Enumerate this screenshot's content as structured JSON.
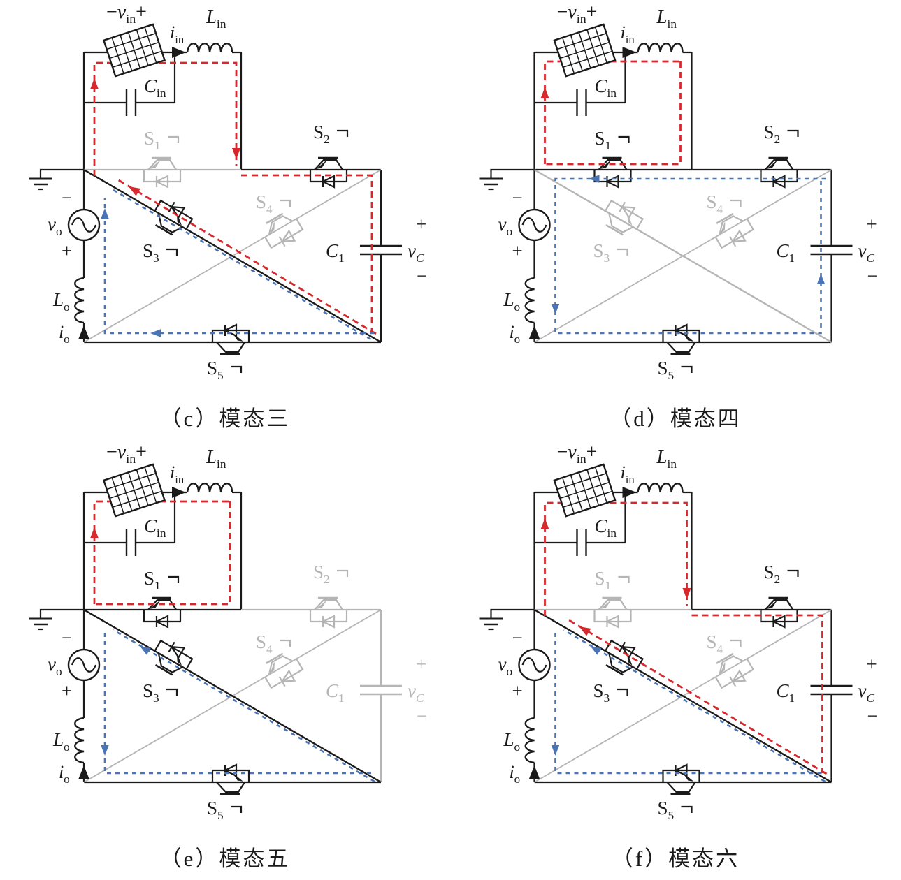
{
  "figure": {
    "colors": {
      "active": "#1a1a1a",
      "inactive": "#b5b5b5",
      "red": "#d7282e",
      "blue": "#4a74b4"
    },
    "shared_labels": {
      "vin": {
        "prefix": "−",
        "main": "v",
        "sub": "in",
        "suffix": "+"
      },
      "iin": {
        "main": "i",
        "sub": "in"
      },
      "lin": {
        "main": "L",
        "sub": "in"
      },
      "cin": {
        "main": "C",
        "sub": "in"
      },
      "s1": {
        "main": "S",
        "sub": "1"
      },
      "s2": {
        "main": "S",
        "sub": "2"
      },
      "s3": {
        "main": "S",
        "sub": "3"
      },
      "s4": {
        "main": "S",
        "sub": "4"
      },
      "s5": {
        "main": "S",
        "sub": "5"
      },
      "c1": {
        "main": "C",
        "sub": "1"
      },
      "vc": {
        "main": "v",
        "sub": "C"
      },
      "vc_plus": "+",
      "vc_minus": "−",
      "vo": {
        "main": "v",
        "sub": "o"
      },
      "vo_plus": "+",
      "vo_minus": "−",
      "lo": {
        "main": "L",
        "sub": "o"
      },
      "io": {
        "main": "i",
        "sub": "o"
      }
    },
    "panels": [
      {
        "id": "c",
        "caption": "（c）模态三",
        "active": {
          "s1": false,
          "s2": true,
          "s3": true,
          "s4": false,
          "s5": true
        },
        "c1_active": true,
        "red_route": "transfer",
        "blue_route": "out_ccw"
      },
      {
        "id": "d",
        "caption": "（d）模态四",
        "active": {
          "s1": true,
          "s2": true,
          "s3": false,
          "s4": false,
          "s5": true
        },
        "c1_active": true,
        "red_route": "boost",
        "blue_route": "out_c1"
      },
      {
        "id": "e",
        "caption": "（e）模态五",
        "active": {
          "s1": true,
          "s2": false,
          "s3": true,
          "s4": false,
          "s5": true
        },
        "c1_active": false,
        "red_route": "boost",
        "blue_route": "out_cw"
      },
      {
        "id": "f",
        "caption": "（f）模态六",
        "active": {
          "s1": false,
          "s2": true,
          "s3": true,
          "s4": false,
          "s5": true
        },
        "c1_active": true,
        "red_route": "transfer",
        "blue_route": "out_cw"
      }
    ]
  }
}
